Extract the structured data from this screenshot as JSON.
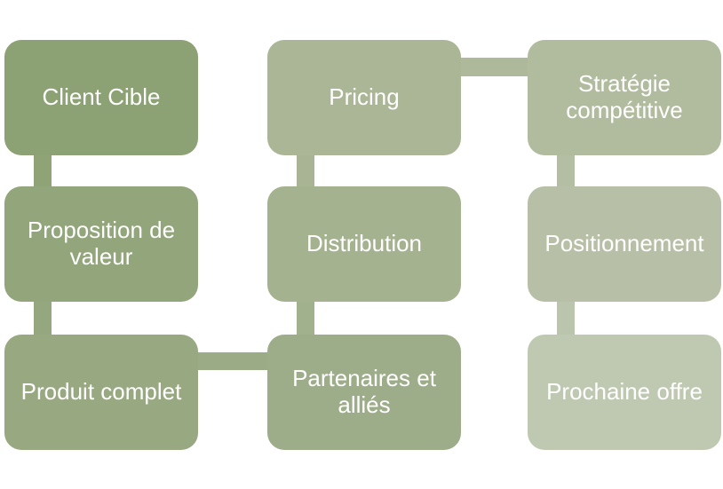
{
  "diagram": {
    "type": "serpentine-process-smartart",
    "background_color": "#ffffff",
    "text_color": "#ffffff",
    "nodes": [
      {
        "step": 1,
        "label": "Client Cible",
        "color": "#8ca174"
      },
      {
        "step": 2,
        "label": "Proposition de valeur",
        "color": "#92a57b"
      },
      {
        "step": 3,
        "label": "Produit complet",
        "color": "#98a982"
      },
      {
        "step": 4,
        "label": "Partenaires et alliés",
        "color": "#9ead89"
      },
      {
        "step": 5,
        "label": "Distribution",
        "color": "#a5b290"
      },
      {
        "step": 6,
        "label": "Pricing",
        "color": "#abb697"
      },
      {
        "step": 7,
        "label": "Stratégie compétitive",
        "color": "#b1bb9e"
      },
      {
        "step": 8,
        "label": "Positionnement",
        "color": "#b7c0a6"
      },
      {
        "step": 9,
        "label": "Prochaine offre",
        "color": "#bfc9b2"
      }
    ],
    "connectors": [
      {
        "from": "Client Cible",
        "to": "Proposition de valeur",
        "orientation": "vertical",
        "color": "#8fa377"
      },
      {
        "from": "Proposition de valeur",
        "to": "Produit complet",
        "orientation": "vertical",
        "color": "#95a77e"
      },
      {
        "from": "Produit complet",
        "to": "Partenaires et alliés",
        "orientation": "horizontal",
        "color": "#9bab85"
      },
      {
        "from": "Partenaires et alliés",
        "to": "Distribution",
        "orientation": "vertical",
        "color": "#a1b08d"
      },
      {
        "from": "Distribution",
        "to": "Pricing",
        "orientation": "vertical",
        "color": "#a8b494"
      },
      {
        "from": "Pricing",
        "to": "Stratégie compétitive",
        "orientation": "horizontal",
        "color": "#aeb89b"
      },
      {
        "from": "Stratégie compétitive",
        "to": "Positionnement",
        "orientation": "vertical",
        "color": "#b4bea2"
      },
      {
        "from": "Positionnement",
        "to": "Prochaine offre",
        "orientation": "vertical",
        "color": "#bbc4ac"
      }
    ]
  }
}
